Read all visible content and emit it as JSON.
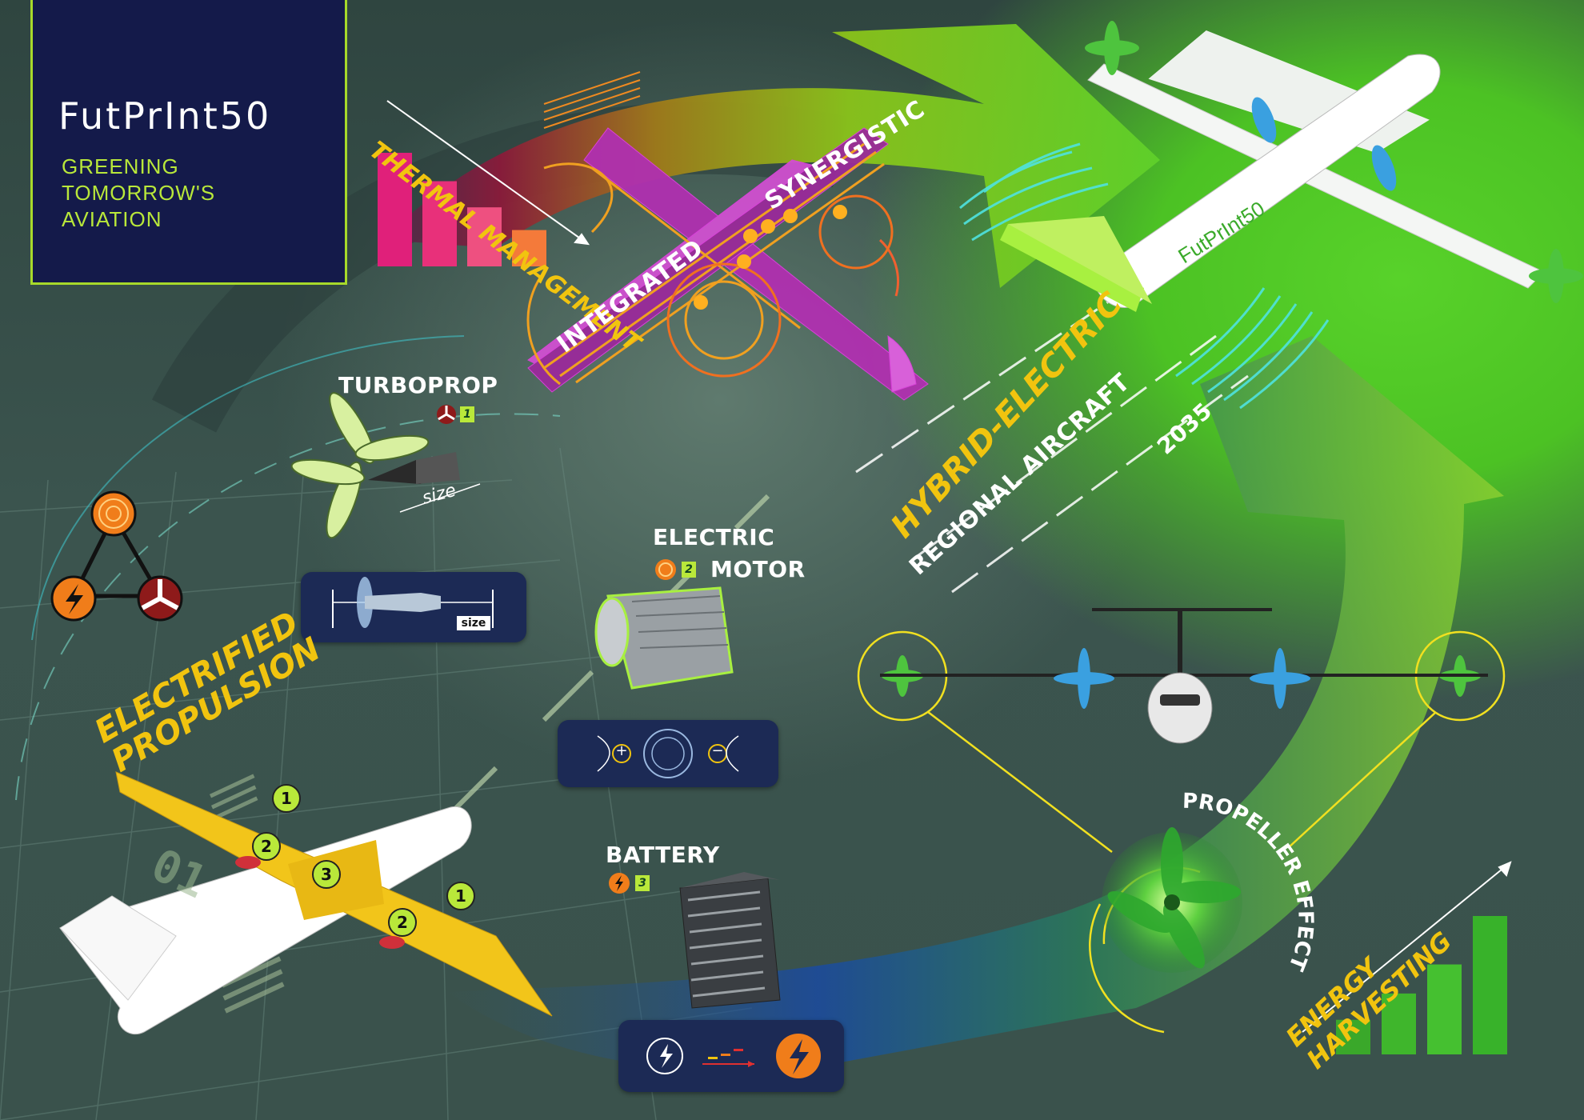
{
  "brand": {
    "name": "FutPrInt50",
    "tagline_lines": [
      "GREENING",
      "TOMORROW'S",
      "AVIATION"
    ],
    "fuselage_logo": "FutPrInt50"
  },
  "topics": {
    "thermal": "THERMAL MANAGEMENT",
    "synergistic": "SYNERGISTIC",
    "integrated": "INTEGRATED",
    "turboprop": "TURBOPROP",
    "turboprop_num": "1",
    "size_label": "size",
    "size_box_label": "size",
    "electric_motor_line1": "ELECTRIC",
    "electric_motor_line2": "MOTOR",
    "electric_motor_num": "2",
    "battery": "BATTERY",
    "battery_num": "3",
    "electrified_line1": "ELECTRIFIED",
    "electrified_line2": "PROPULSION",
    "hybrid": "HYBRID-ELECTRIC",
    "regional": "REGIONAL AIRCRAFT",
    "year": "2035",
    "propeller_effect": "PROPELLER EFFECT",
    "energy_harvesting": "ENERGY HARVESTING"
  },
  "aircraft_markers": [
    "1",
    "2",
    "3",
    "1",
    "2"
  ],
  "motor_symbols": {
    "plus": "+",
    "minus": "−"
  },
  "runway_digits": "01",
  "colors": {
    "brand_green": "#b9e83a",
    "logo_navy": "#141a4a",
    "yellow_text": "#f1c40f",
    "thermal_bars": [
      "#e0207a",
      "#e8307a",
      "#ee5080",
      "#f47a3a"
    ],
    "harvest_bars": [
      "#3aa82a",
      "#3fb62c",
      "#45c030",
      "#38b22a"
    ],
    "battery_orange": "#f07d1a",
    "turboprop_red": "#8e1a1a"
  },
  "chart_data": [
    {
      "type": "bar",
      "title": "",
      "categories": [
        "1",
        "2",
        "3",
        "4"
      ],
      "values": [
        100,
        75,
        52,
        32
      ]
    },
    {
      "type": "bar",
      "title": "",
      "categories": [
        "1",
        "2",
        "3",
        "4"
      ],
      "values": [
        25,
        44,
        65,
        100
      ]
    }
  ]
}
